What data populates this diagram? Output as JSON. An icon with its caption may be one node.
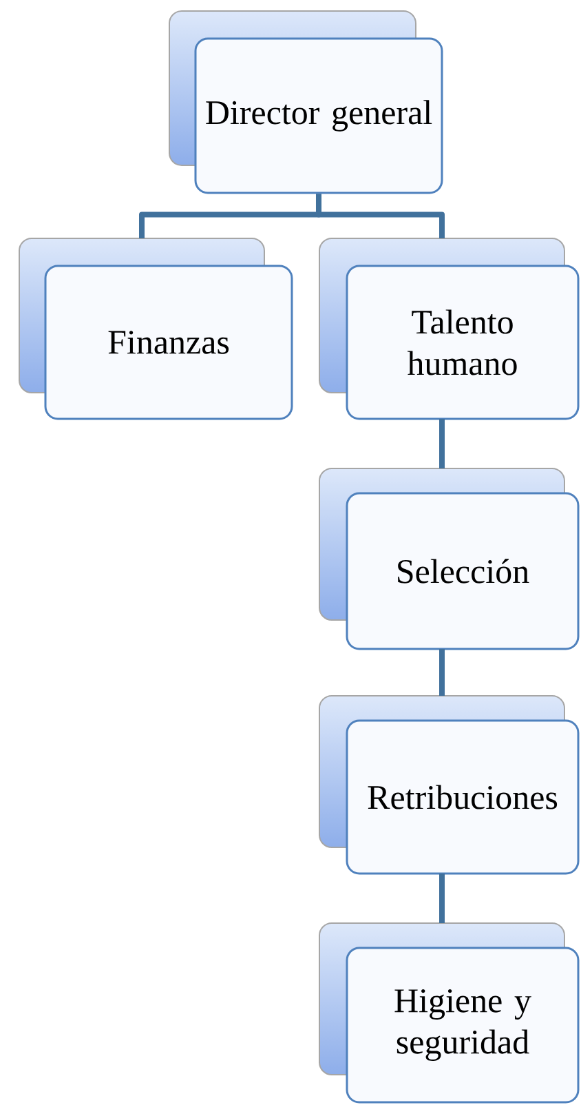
{
  "diagram": {
    "nodes": [
      {
        "text": [
          "Director general"
        ]
      },
      {
        "text": [
          "Finanzas"
        ]
      },
      {
        "text": [
          "Talento humano"
        ]
      },
      {
        "text": [
          "Selección"
        ]
      },
      {
        "text": [
          "Retribuciones"
        ]
      },
      {
        "text": [
          "Higiene y seguridad"
        ]
      }
    ],
    "edges": [
      {
        "from": 0,
        "to": 1,
        "arrow": "none"
      },
      {
        "from": 0,
        "to": 2,
        "arrow": "none"
      },
      {
        "from": 2,
        "to": 3,
        "arrow": "none"
      },
      {
        "from": 3,
        "to": 4,
        "arrow": "none"
      },
      {
        "from": 4,
        "to": 5,
        "arrow": "none"
      }
    ]
  }
}
